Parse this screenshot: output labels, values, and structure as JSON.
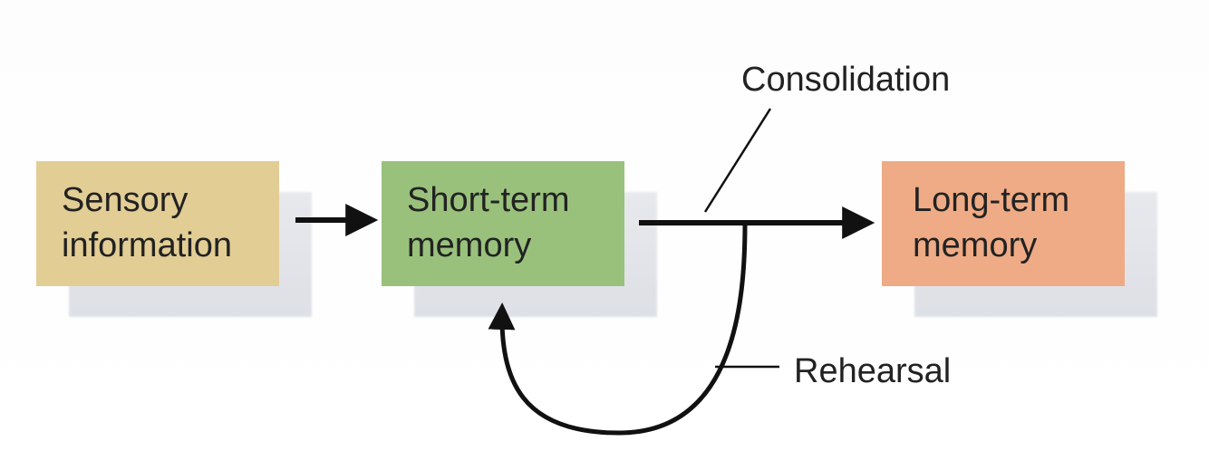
{
  "nodes": {
    "sensory": {
      "line1": "Sensory",
      "line2": "information",
      "color": "#e2cd95"
    },
    "short_term": {
      "line1": "Short-term",
      "line2": "memory",
      "color": "#99c17c"
    },
    "long_term": {
      "line1": "Long-term",
      "line2": "memory",
      "color": "#eeab85"
    }
  },
  "labels": {
    "consolidation": "Consolidation",
    "rehearsal": "Rehearsal"
  },
  "colors": {
    "arrow": "#111111",
    "text": "#222222"
  }
}
